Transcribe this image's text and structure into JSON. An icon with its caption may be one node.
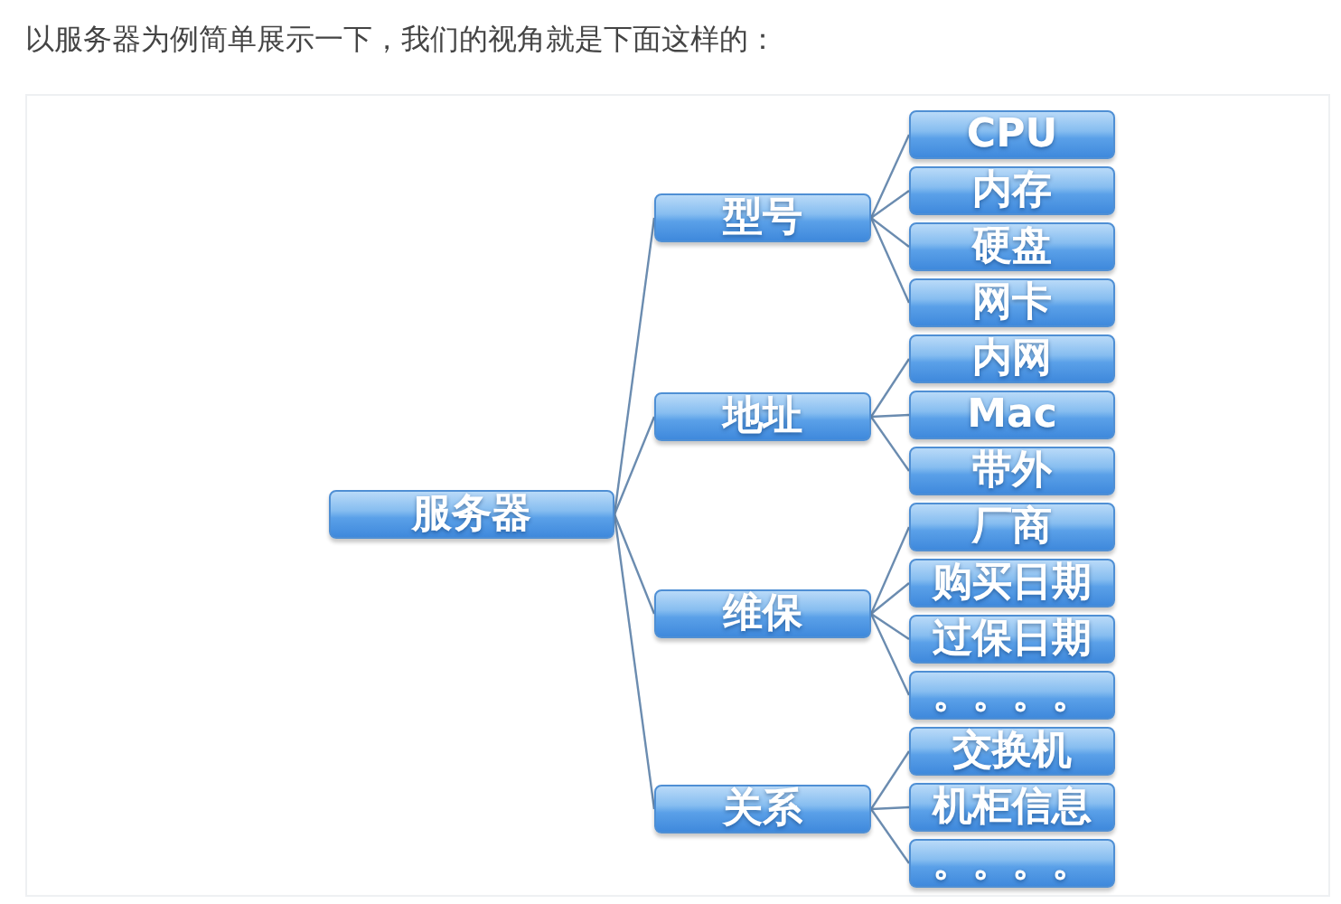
{
  "diagram": {
    "title": "以服务器为例简单展示一下，我们的视角就是下面这样的：",
    "nodes": [
      {
        "text": [
          "服务器"
        ]
      },
      {
        "text": [
          "型号"
        ]
      },
      {
        "text": [
          "地址"
        ]
      },
      {
        "text": [
          "维保"
        ]
      },
      {
        "text": [
          "关系"
        ]
      },
      {
        "text": [
          "CPU"
        ]
      },
      {
        "text": [
          "内存"
        ]
      },
      {
        "text": [
          "硬盘"
        ]
      },
      {
        "text": [
          "网卡"
        ]
      },
      {
        "text": [
          "内网"
        ]
      },
      {
        "text": [
          "Mac"
        ]
      },
      {
        "text": [
          "带外"
        ]
      },
      {
        "text": [
          "厂商"
        ]
      },
      {
        "text": [
          "购买日期"
        ]
      },
      {
        "text": [
          "过保日期"
        ]
      },
      {
        "text": [
          "。。。。"
        ]
      },
      {
        "text": [
          "交换机"
        ]
      },
      {
        "text": [
          "机柜信息"
        ]
      },
      {
        "text": [
          "。。。。"
        ]
      }
    ],
    "edges": [
      {
        "from": 0,
        "to": 1,
        "arrow": "none"
      },
      {
        "from": 0,
        "to": 2,
        "arrow": "none"
      },
      {
        "from": 0,
        "to": 3,
        "arrow": "none"
      },
      {
        "from": 0,
        "to": 4,
        "arrow": "none"
      },
      {
        "from": 1,
        "to": 5,
        "arrow": "none"
      },
      {
        "from": 1,
        "to": 6,
        "arrow": "none"
      },
      {
        "from": 1,
        "to": 7,
        "arrow": "none"
      },
      {
        "from": 1,
        "to": 8,
        "arrow": "none"
      },
      {
        "from": 2,
        "to": 9,
        "arrow": "none"
      },
      {
        "from": 2,
        "to": 10,
        "arrow": "none"
      },
      {
        "from": 2,
        "to": 11,
        "arrow": "none"
      },
      {
        "from": 3,
        "to": 12,
        "arrow": "none"
      },
      {
        "from": 3,
        "to": 13,
        "arrow": "none"
      },
      {
        "from": 3,
        "to": 14,
        "arrow": "none"
      },
      {
        "from": 3,
        "to": 15,
        "arrow": "none"
      },
      {
        "from": 4,
        "to": 16,
        "arrow": "none"
      },
      {
        "from": 4,
        "to": 17,
        "arrow": "none"
      },
      {
        "from": 4,
        "to": 18,
        "arrow": "none"
      }
    ]
  }
}
